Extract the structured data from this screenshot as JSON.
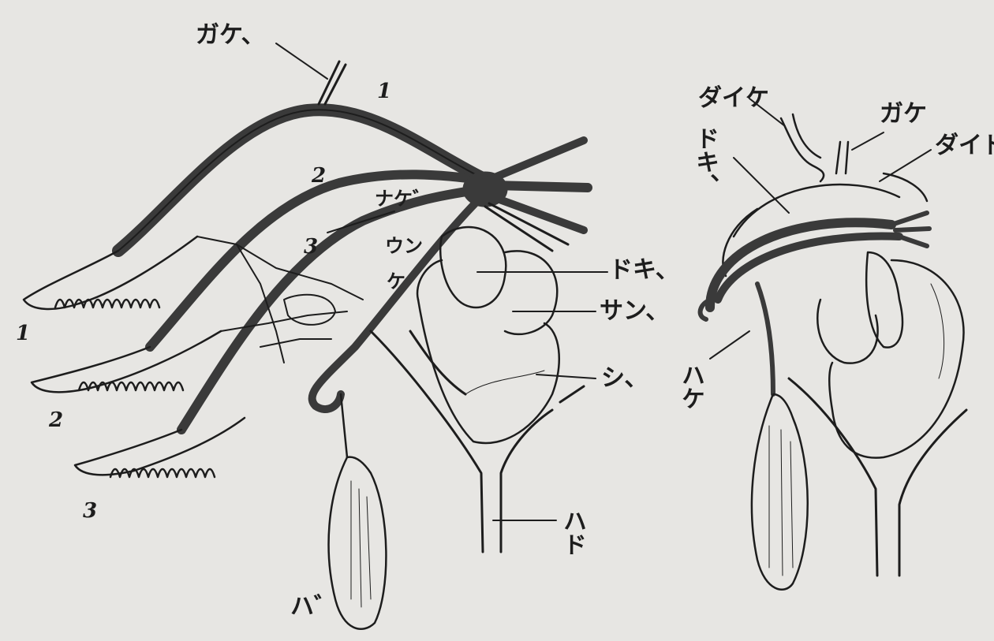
{
  "colors": {
    "paper": "#e7e6e3",
    "ink": "#1d1d1d",
    "vessel_dark": "#3a3a3a"
  },
  "left_figure": {
    "labels": {
      "gake_top": "ガケ、",
      "num_1_top": "1",
      "num_2_mid": "2",
      "num_3_mid": "3",
      "nakan": "ナケ゛",
      "un": "ウン",
      "ke": "ケ",
      "doki": "ドキ、",
      "san": "サン、",
      "shi": "シ、",
      "hado": "ハド",
      "ha": "ハ゛",
      "gill_1": "1",
      "gill_2": "2",
      "gill_3": "3"
    }
  },
  "right_figure": {
    "labels": {
      "daike": "ダイケ",
      "gake": "ガケ",
      "daido": "ダイド",
      "doki": "ドキ、",
      "hake": "ハケ"
    }
  }
}
